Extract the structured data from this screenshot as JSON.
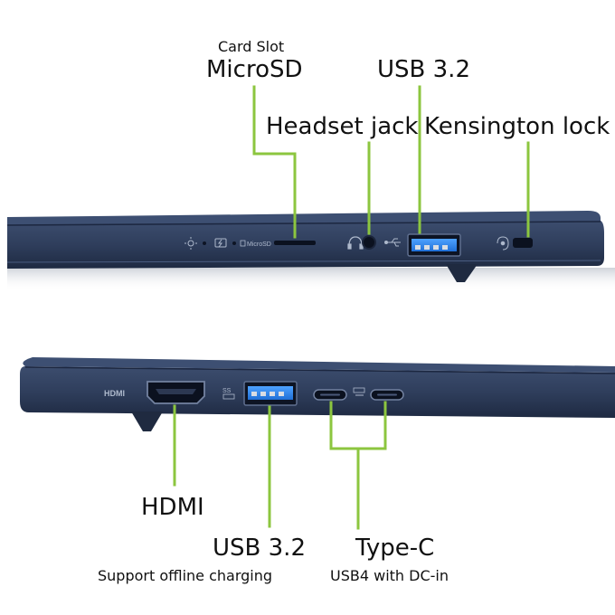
{
  "accent_color": "#8cc63f",
  "laptop_color": "#2f3e5c",
  "top_view": {
    "callouts": [
      {
        "title": "MicroSD",
        "subtitle": "Card Slot"
      },
      {
        "title": "USB 3.2"
      },
      {
        "title": "Headset jack"
      },
      {
        "title": "Kensington lock"
      }
    ],
    "port_icons": [
      {
        "name": "power-light-icon"
      },
      {
        "name": "battery-charge-icon"
      },
      {
        "name": "microsd-icon",
        "text": "MicroSD"
      },
      {
        "name": "headset-icon"
      },
      {
        "name": "usb-icon"
      },
      {
        "name": "lock-icon"
      }
    ]
  },
  "bottom_view": {
    "callouts": [
      {
        "title": "HDMI"
      },
      {
        "title": "USB 3.2",
        "subtitle": "Support offline charging"
      },
      {
        "title": "Type-C",
        "subtitle": "USB4 with DC-in"
      }
    ],
    "port_icons": [
      {
        "name": "hdmi-label-icon",
        "text": "HDMI"
      },
      {
        "name": "usb-ss-icon"
      },
      {
        "name": "thunderbolt-icon"
      }
    ]
  }
}
